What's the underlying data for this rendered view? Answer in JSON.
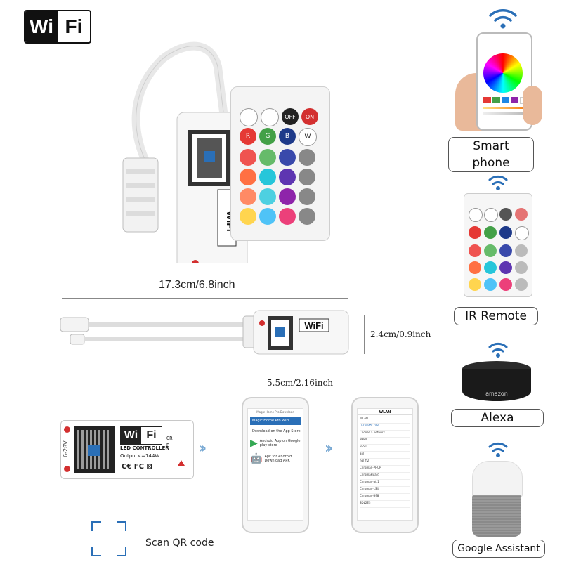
{
  "logo": {
    "left": "Wi",
    "right": "Fi"
  },
  "labels": {
    "smart_phone": "Smart phone",
    "ir_remote": "IR Remote",
    "alexa": "Alexa",
    "google_assistant": "Google Assistant",
    "scan_qr": "Scan QR code"
  },
  "dimensions": {
    "length": "17.3cm/6.8inch",
    "height": "2.4cm/0.9inch",
    "width": "5.5cm/2.16inch"
  },
  "remote_keys": {
    "off": "OFF",
    "on": "ON",
    "r": "R",
    "g": "G",
    "b": "B",
    "w": "W"
  },
  "controller": {
    "brand_left": "Wi",
    "brand_right": "Fi",
    "title": "LED CONTROLLER",
    "output": "Output<=144W",
    "voltage": "6-28V",
    "pins": "GRB"
  },
  "echo_brand": "amazon",
  "phone1": {
    "header": "Magic Home Pro Download",
    "app_title": "Magic Home Pro WiFi",
    "items": [
      "Download on the App Store",
      "Android App on Google play store",
      "Apk for Android Download APK"
    ]
  },
  "phone2": {
    "header": "WLAN",
    "rows": [
      "WLAN",
      "LEDnet*C748",
      "Choose a network...",
      "9980",
      "BEST",
      "apl",
      "hgl_fi2",
      "Chroman-PHUP",
      "ChromaHuard",
      "Chroman-att1",
      "Chroman-LS4",
      "Chroman-B98",
      "SDL2ES"
    ]
  },
  "colors": {
    "accent_blue": "#2a6fb7",
    "arrow_blue": "#7aaad4",
    "off_key": "#222222",
    "on_key": "#d32f2f"
  }
}
